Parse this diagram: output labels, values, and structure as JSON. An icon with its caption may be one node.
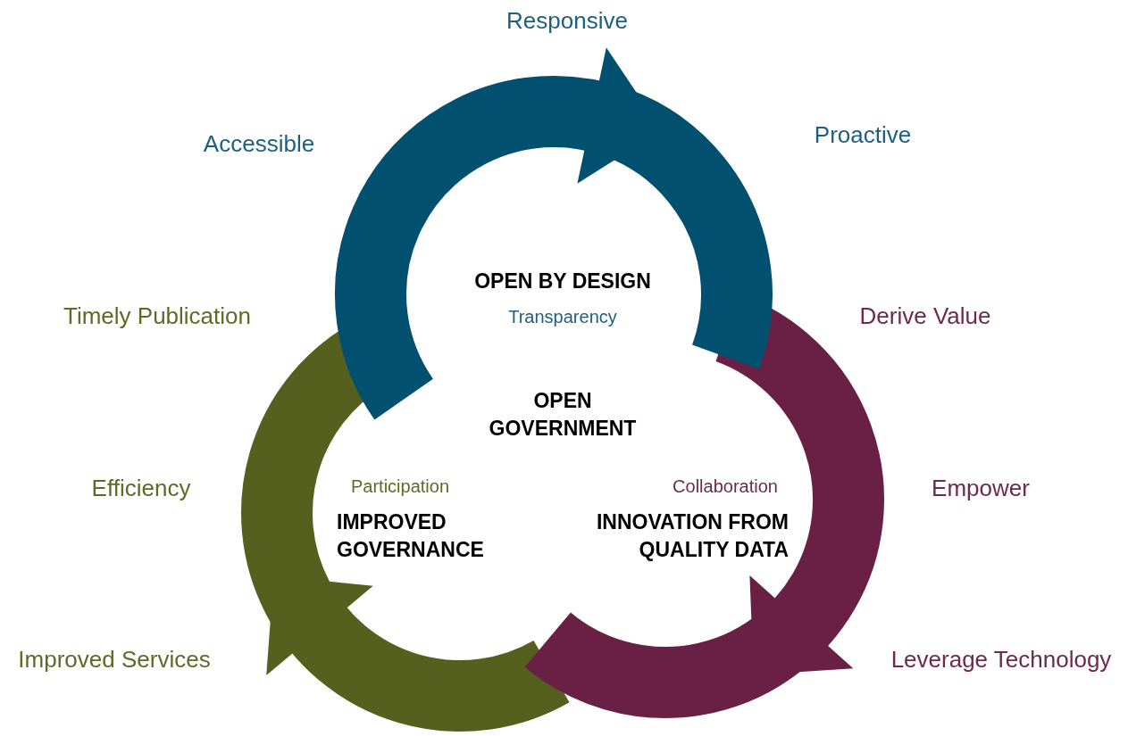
{
  "diagram": {
    "nodes": [
      {
        "text": [
          "OPEN BY DESIGN",
          "Transparency",
          "OPEN GOVERNMENT",
          "Participation",
          "IMPROVED GOVERNANCE",
          "Collaboration",
          "INNOVATION FROM QUALITY DATA"
        ]
      }
    ],
    "labels": [
      "Responsive",
      "Accessible",
      "Proactive",
      "Timely Publication",
      "Derive Value",
      "Efficiency",
      "Empower",
      "Improved Services",
      "Leverage Technology"
    ]
  }
}
